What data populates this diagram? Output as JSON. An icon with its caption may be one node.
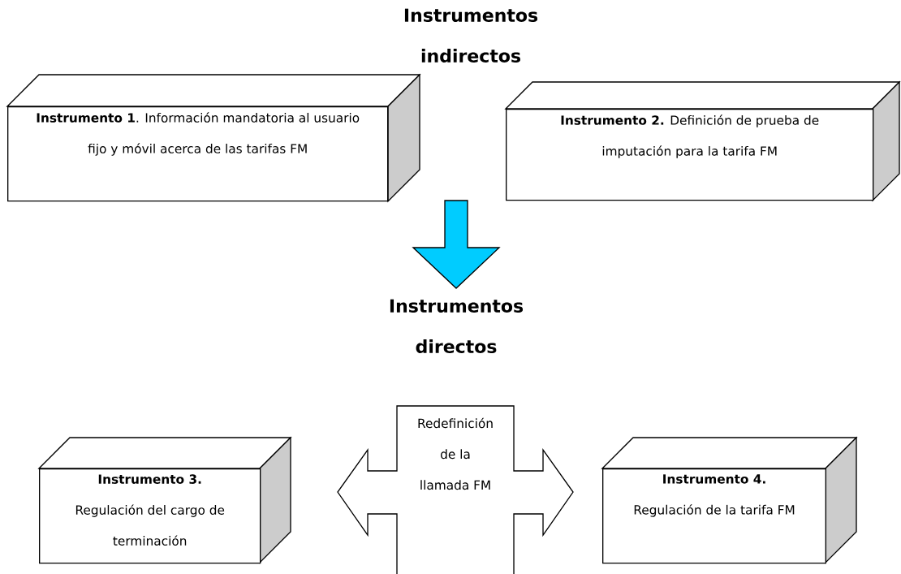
{
  "diagram": {
    "nodes": [
      {
        "text": [
          "Instrumentos indirectos"
        ]
      },
      {
        "text": [
          "**Instrumento 1**. Información mandatoria al usuario fijo y móvil acerca de las tarifas FM"
        ]
      },
      {
        "text": [
          "**Instrumento 2.** Definición de prueba de imputación para la tarifa FM"
        ]
      },
      {
        "text": [
          "Instrumentos directos"
        ]
      },
      {
        "text": [
          "Instrumento 3.",
          "Regulación del cargo de terminación"
        ]
      },
      {
        "text": [
          "Redefinición de la llamada FM"
        ]
      },
      {
        "text": [
          "Instrumento 4.",
          "Regulación de la tarifa FM"
        ]
      }
    ],
    "edges": [
      {
        "from": null,
        "to": 3,
        "arrow": "to",
        "color": "#00ccff"
      }
    ]
  }
}
